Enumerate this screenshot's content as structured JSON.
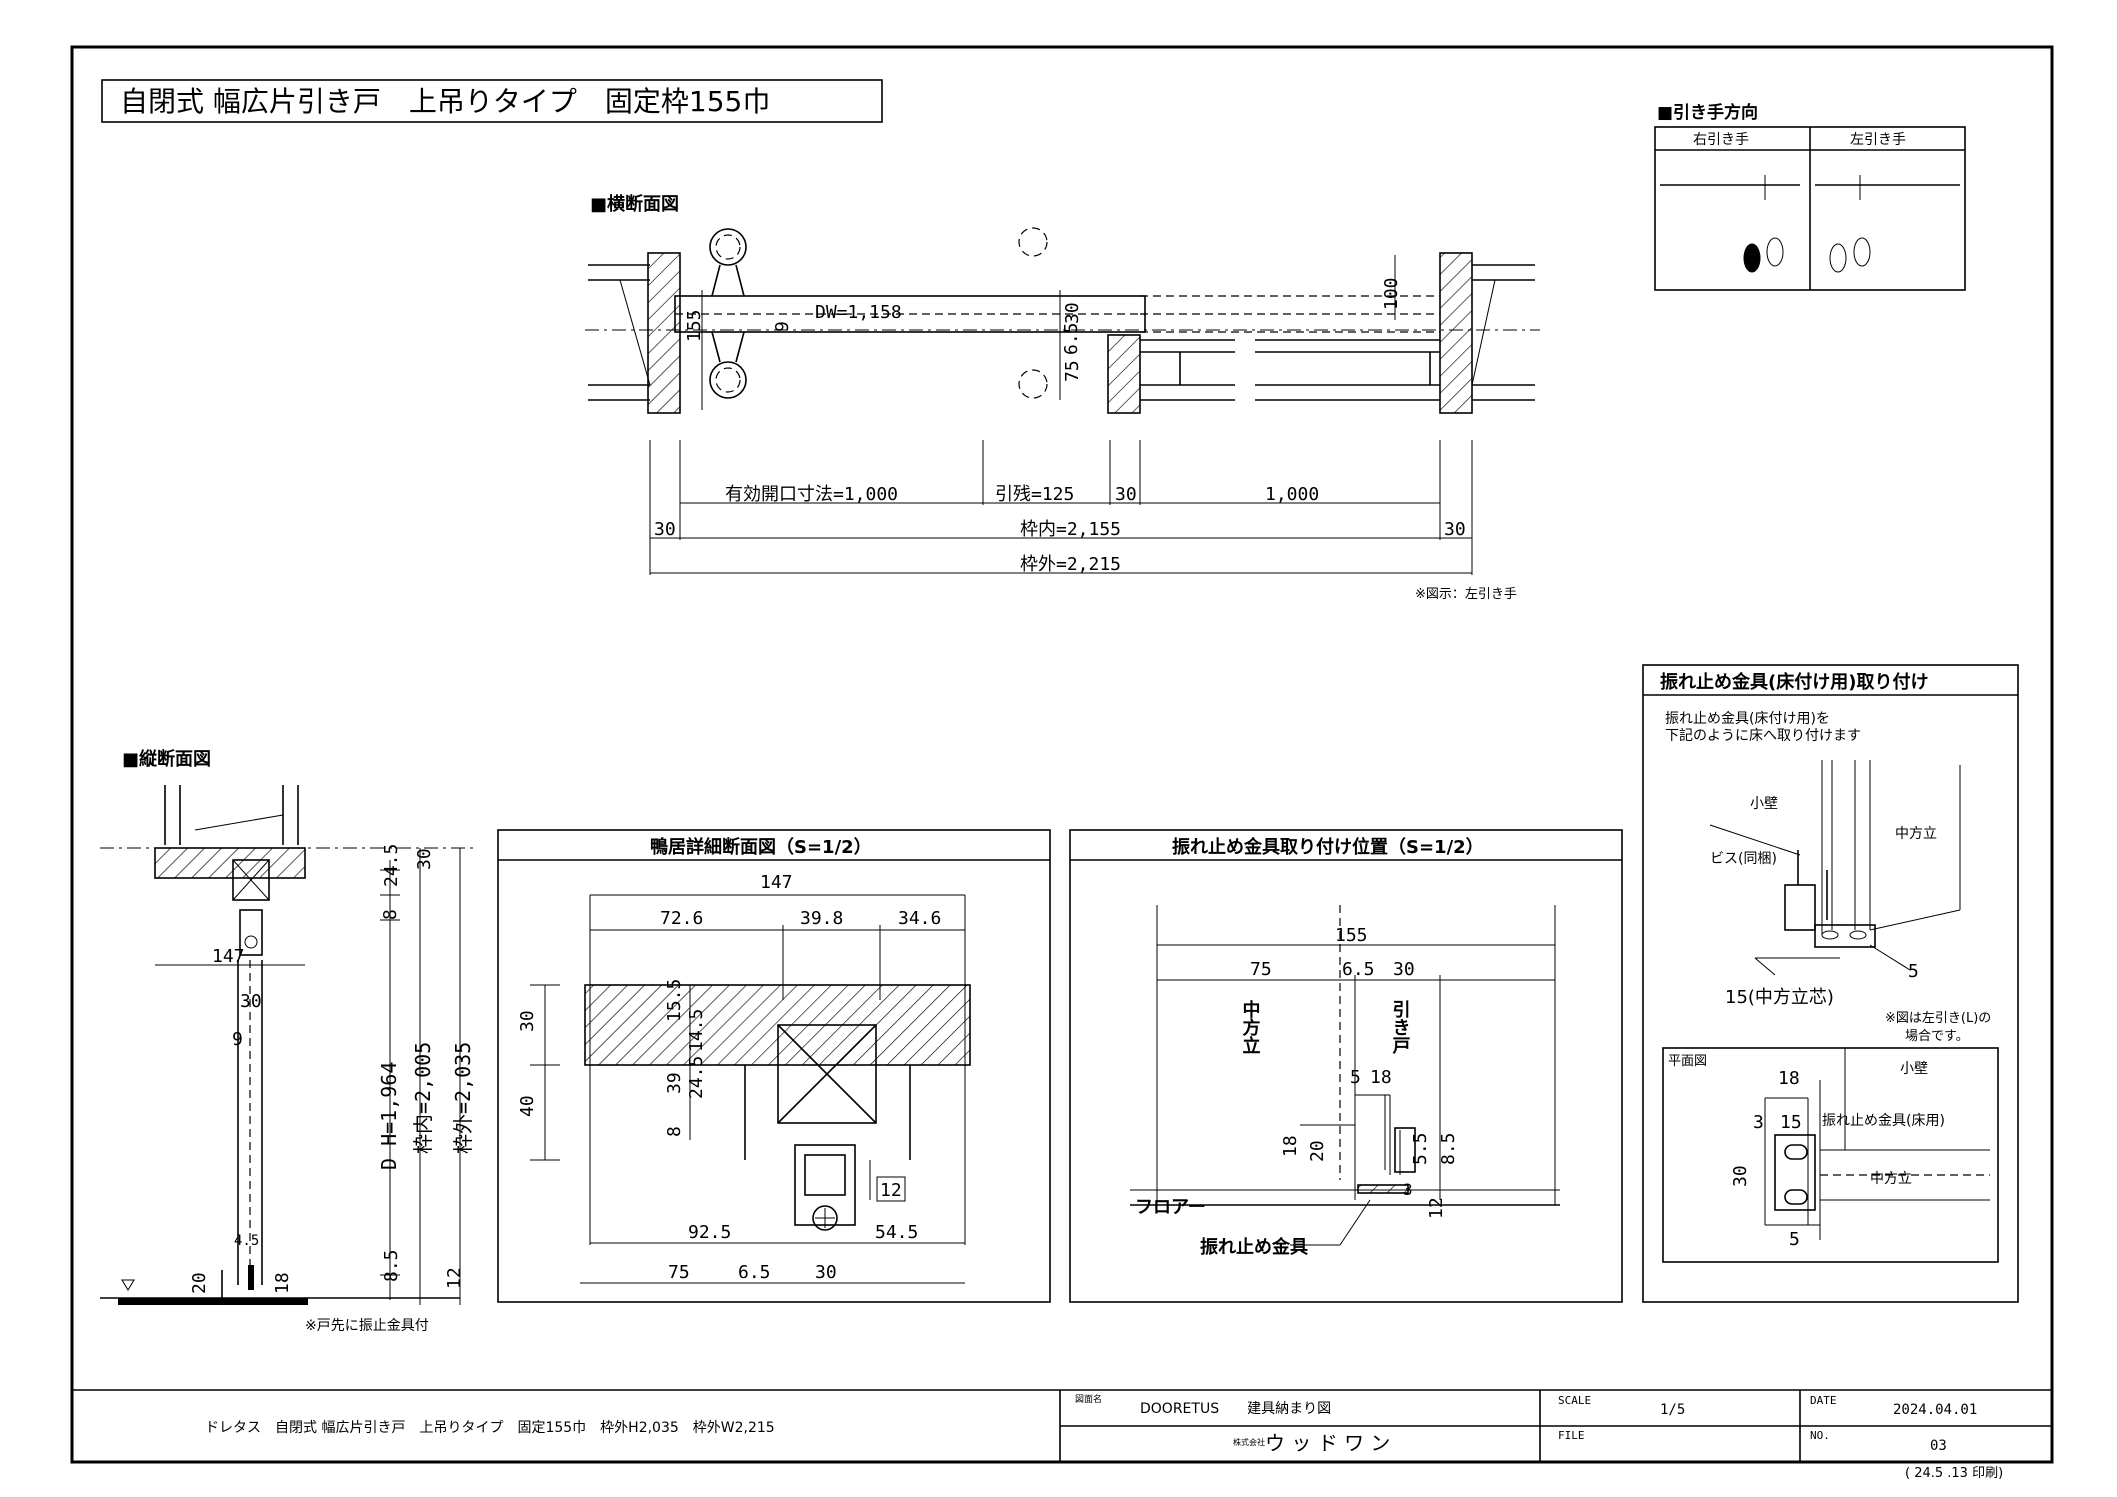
{
  "title": "自閉式 幅広片引き戸　上吊りタイプ　固定枠155巾",
  "plan": {
    "heading": "■横断面図",
    "dims": [
      "DW=1,158",
      "9",
      "30",
      "100",
      "155",
      "6.5",
      "75"
    ],
    "bottom": {
      "eff": "有効開口寸法=1,000",
      "hikinokori": "引残=125",
      "d30": "30",
      "d1000": "1,000",
      "left30": "30",
      "right30": "30",
      "inner": "枠内=2,155",
      "outer": "枠外=2,215"
    },
    "note": "※図示：左引き手"
  },
  "handle": {
    "heading": "■引き手方向",
    "right": "右引き手",
    "left": "左引き手"
  },
  "vertical": {
    "heading": "■縦断面図",
    "dims": [
      "147",
      "30",
      "9",
      "4.5",
      "20",
      "18",
      "24.5",
      "30",
      "8",
      "D H=1,964",
      "枠内=2,005",
      "枠外=2,035",
      "8.5",
      "12"
    ],
    "note": "※戸先に振止金具付"
  },
  "kamoi": {
    "heading": "鴨居詳細断面図（S=1/2）",
    "dims": [
      "147",
      "72.6",
      "39.8",
      "34.6",
      "30",
      "15.5",
      "14.5",
      "39",
      "24.5",
      "40",
      "8",
      "12",
      "92.5",
      "54.5",
      "75",
      "6.5",
      "30"
    ]
  },
  "position": {
    "heading": "振れ止め金具取り付け位置（S=1/2）",
    "dims": [
      "155",
      "75",
      "6.5",
      "30",
      "5",
      "18",
      "18",
      "20",
      "5.5",
      "8.5",
      "3",
      "12"
    ],
    "labels": {
      "center_post": "中方立",
      "door": "引き戸",
      "floor": "フロアー",
      "guide": "振れ止め金具"
    }
  },
  "install": {
    "heading": "振れ止め金具(床付け用)取り付け",
    "desc1": "振れ止め金具(床付け用)を",
    "desc2": "下記のように床へ取り付けます",
    "labels": {
      "wall": "小壁",
      "post": "中方立",
      "screw": "ビス(同梱)",
      "d5": "5",
      "center": "15(中方立芯)",
      "note1": "※図は左引き(L)の",
      "note2": "場合です。"
    },
    "plan_heading": "平面図",
    "plan_labels": {
      "d18": "18",
      "wall": "小壁",
      "d3": "3",
      "d15": "15",
      "guide": "振れ止め金具(床用)",
      "d30": "30",
      "post": "中方立",
      "d5": "5"
    }
  },
  "titleblock": {
    "desc": "ドレタス　自閉式 幅広片引き戸　上吊りタイプ　固定155巾　枠外H2,035　枠外W2,215",
    "name_label": "図面名",
    "name": "DOORETUS　　建具納まり図",
    "company_label": "株式会社",
    "company": "ウ ッ ド ワ ン",
    "scale_label": "SCALE",
    "scale": "1/5",
    "file_label": "FILE",
    "file": "",
    "date_label": "DATE",
    "date": "2024.04.01",
    "no_label": "NO.",
    "no": "03",
    "print": "( 24.5 .13 印刷)"
  }
}
